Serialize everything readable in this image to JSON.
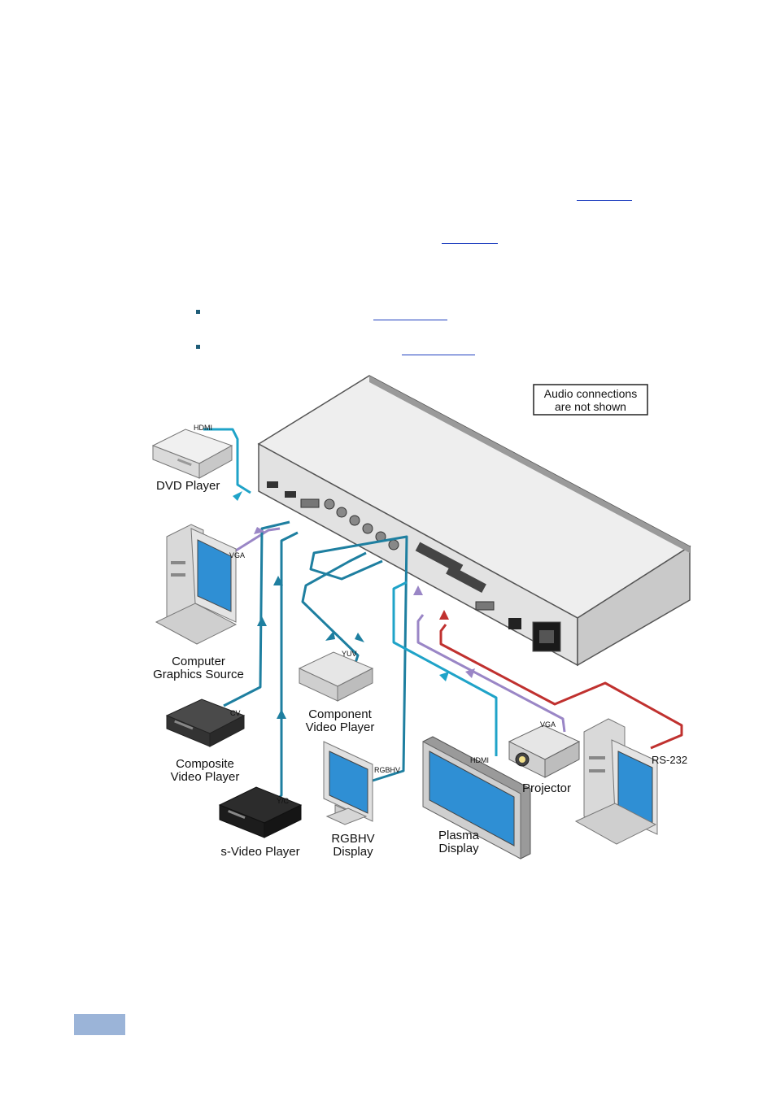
{
  "notice": {
    "line1": "Audio connections",
    "line2": "are not shown"
  },
  "devices": {
    "dvd": "DVD  Player",
    "computer_source_1": "Computer",
    "computer_source_2": "Graphics Source",
    "composite_1": "Composite",
    "composite_2": "Video Player",
    "svideo": "s-Video  Player",
    "component_1": "Component",
    "component_2": "Video  Player",
    "rgbhv_1": "RGBHV",
    "rgbhv_2": "Display",
    "plasma_1": "Plasma",
    "plasma_2": "Display",
    "projector": "Projector"
  },
  "cables": {
    "hdmi_in": "HDMI",
    "vga_in": "VGA",
    "cv": "CV",
    "yc": "Y/C",
    "yuv": "YUV",
    "rgbhv": "RGBHV",
    "hdmi_out": "HDMI",
    "vga_out": "VGA",
    "rs232": "RS-232"
  },
  "colors": {
    "hdmi": "#1fa3c8",
    "vga": "#9a86c6",
    "video": "#1e7fa0",
    "rs232": "#c0312f",
    "device_body": "#e3e3e3",
    "screen": "#2f8fd4",
    "page_tab": "#9bb4d8"
  }
}
